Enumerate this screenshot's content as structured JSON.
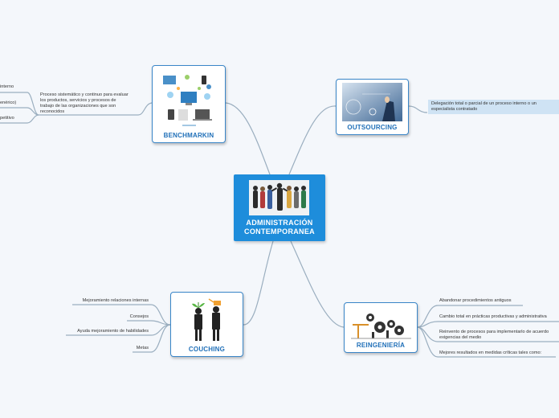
{
  "center": {
    "title_line1": "ADMINISTRACIÓN",
    "title_line2": "CONTEMPORANEA"
  },
  "benchmarkin": {
    "title": "BENCHMARKIN",
    "description": "Proceso sistemático y continuo para evaluar los productos, servicios y procesos de trabajo de las organizaciones que son reconocidos",
    "subitems": [
      "interno",
      "enérico)",
      "petitivo"
    ]
  },
  "outsourcing": {
    "title": "OUTSOURCING",
    "description": "Delegación total o parcial de un proceso interno o un especialista contratado"
  },
  "reingenieria": {
    "title": "REINGENIERÍA",
    "items": [
      "Abandonar procedimientos antiguos",
      "Cambio total en prácticas productivas y administrativa",
      "Reinvento de procesos para implementarlo de acuerdo exigencias del medio",
      "Mejores resultados en medidas críticas tales como:"
    ]
  },
  "couching": {
    "title": "COUCHING",
    "items": [
      "Mejoramiento relaciones internas",
      "Consejos",
      "Ayuda  mejoramiento de habilidades",
      "Metas"
    ]
  },
  "colors": {
    "accent": "#1e8ddb",
    "branch": "#8fa6b8",
    "title": "#1f6fb8",
    "highlight": "#cfe3f4"
  }
}
